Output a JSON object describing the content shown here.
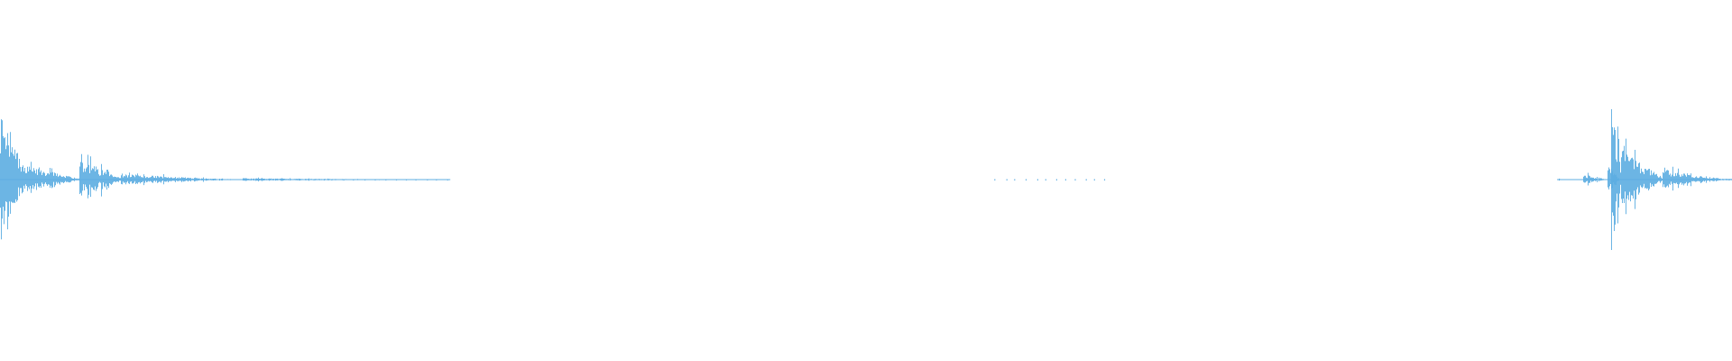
{
  "waveform": {
    "color": "#5dade2",
    "background": "#ffffff",
    "segments": [
      {
        "start": 0.0,
        "end": 0.012,
        "amplitude": 0.92,
        "decay": 0.3
      },
      {
        "start": 0.012,
        "end": 0.046,
        "amplitude": 0.2,
        "decay": 0.55
      },
      {
        "start": 0.046,
        "end": 0.07,
        "amplitude": 0.26,
        "decay": 0.5
      },
      {
        "start": 0.07,
        "end": 0.14,
        "amplitude": 0.08,
        "decay": 0.75
      },
      {
        "start": 0.14,
        "end": 0.26,
        "amplitude": 0.02,
        "decay": 0.9
      }
    ],
    "sparse_dots": [
      {
        "start": 0.18,
        "end": 0.258,
        "count": 14
      },
      {
        "start": 0.575,
        "end": 0.638,
        "count": 12
      }
    ],
    "tail_segments": [
      {
        "start": 0.9,
        "end": 0.908,
        "amplitude": 0.01,
        "decay": 1.0
      },
      {
        "start": 0.914,
        "end": 0.928,
        "amplitude": 0.08,
        "decay": 0.9
      },
      {
        "start": 0.928,
        "end": 0.935,
        "amplitude": 0.22,
        "decay": 0.6
      },
      {
        "start": 0.93,
        "end": 0.936,
        "amplitude": 0.96,
        "decay": 0.35
      },
      {
        "start": 0.936,
        "end": 0.96,
        "amplitude": 0.42,
        "decay": 0.55
      },
      {
        "start": 0.96,
        "end": 1.0,
        "amplitude": 0.14,
        "decay": 0.8
      }
    ]
  }
}
